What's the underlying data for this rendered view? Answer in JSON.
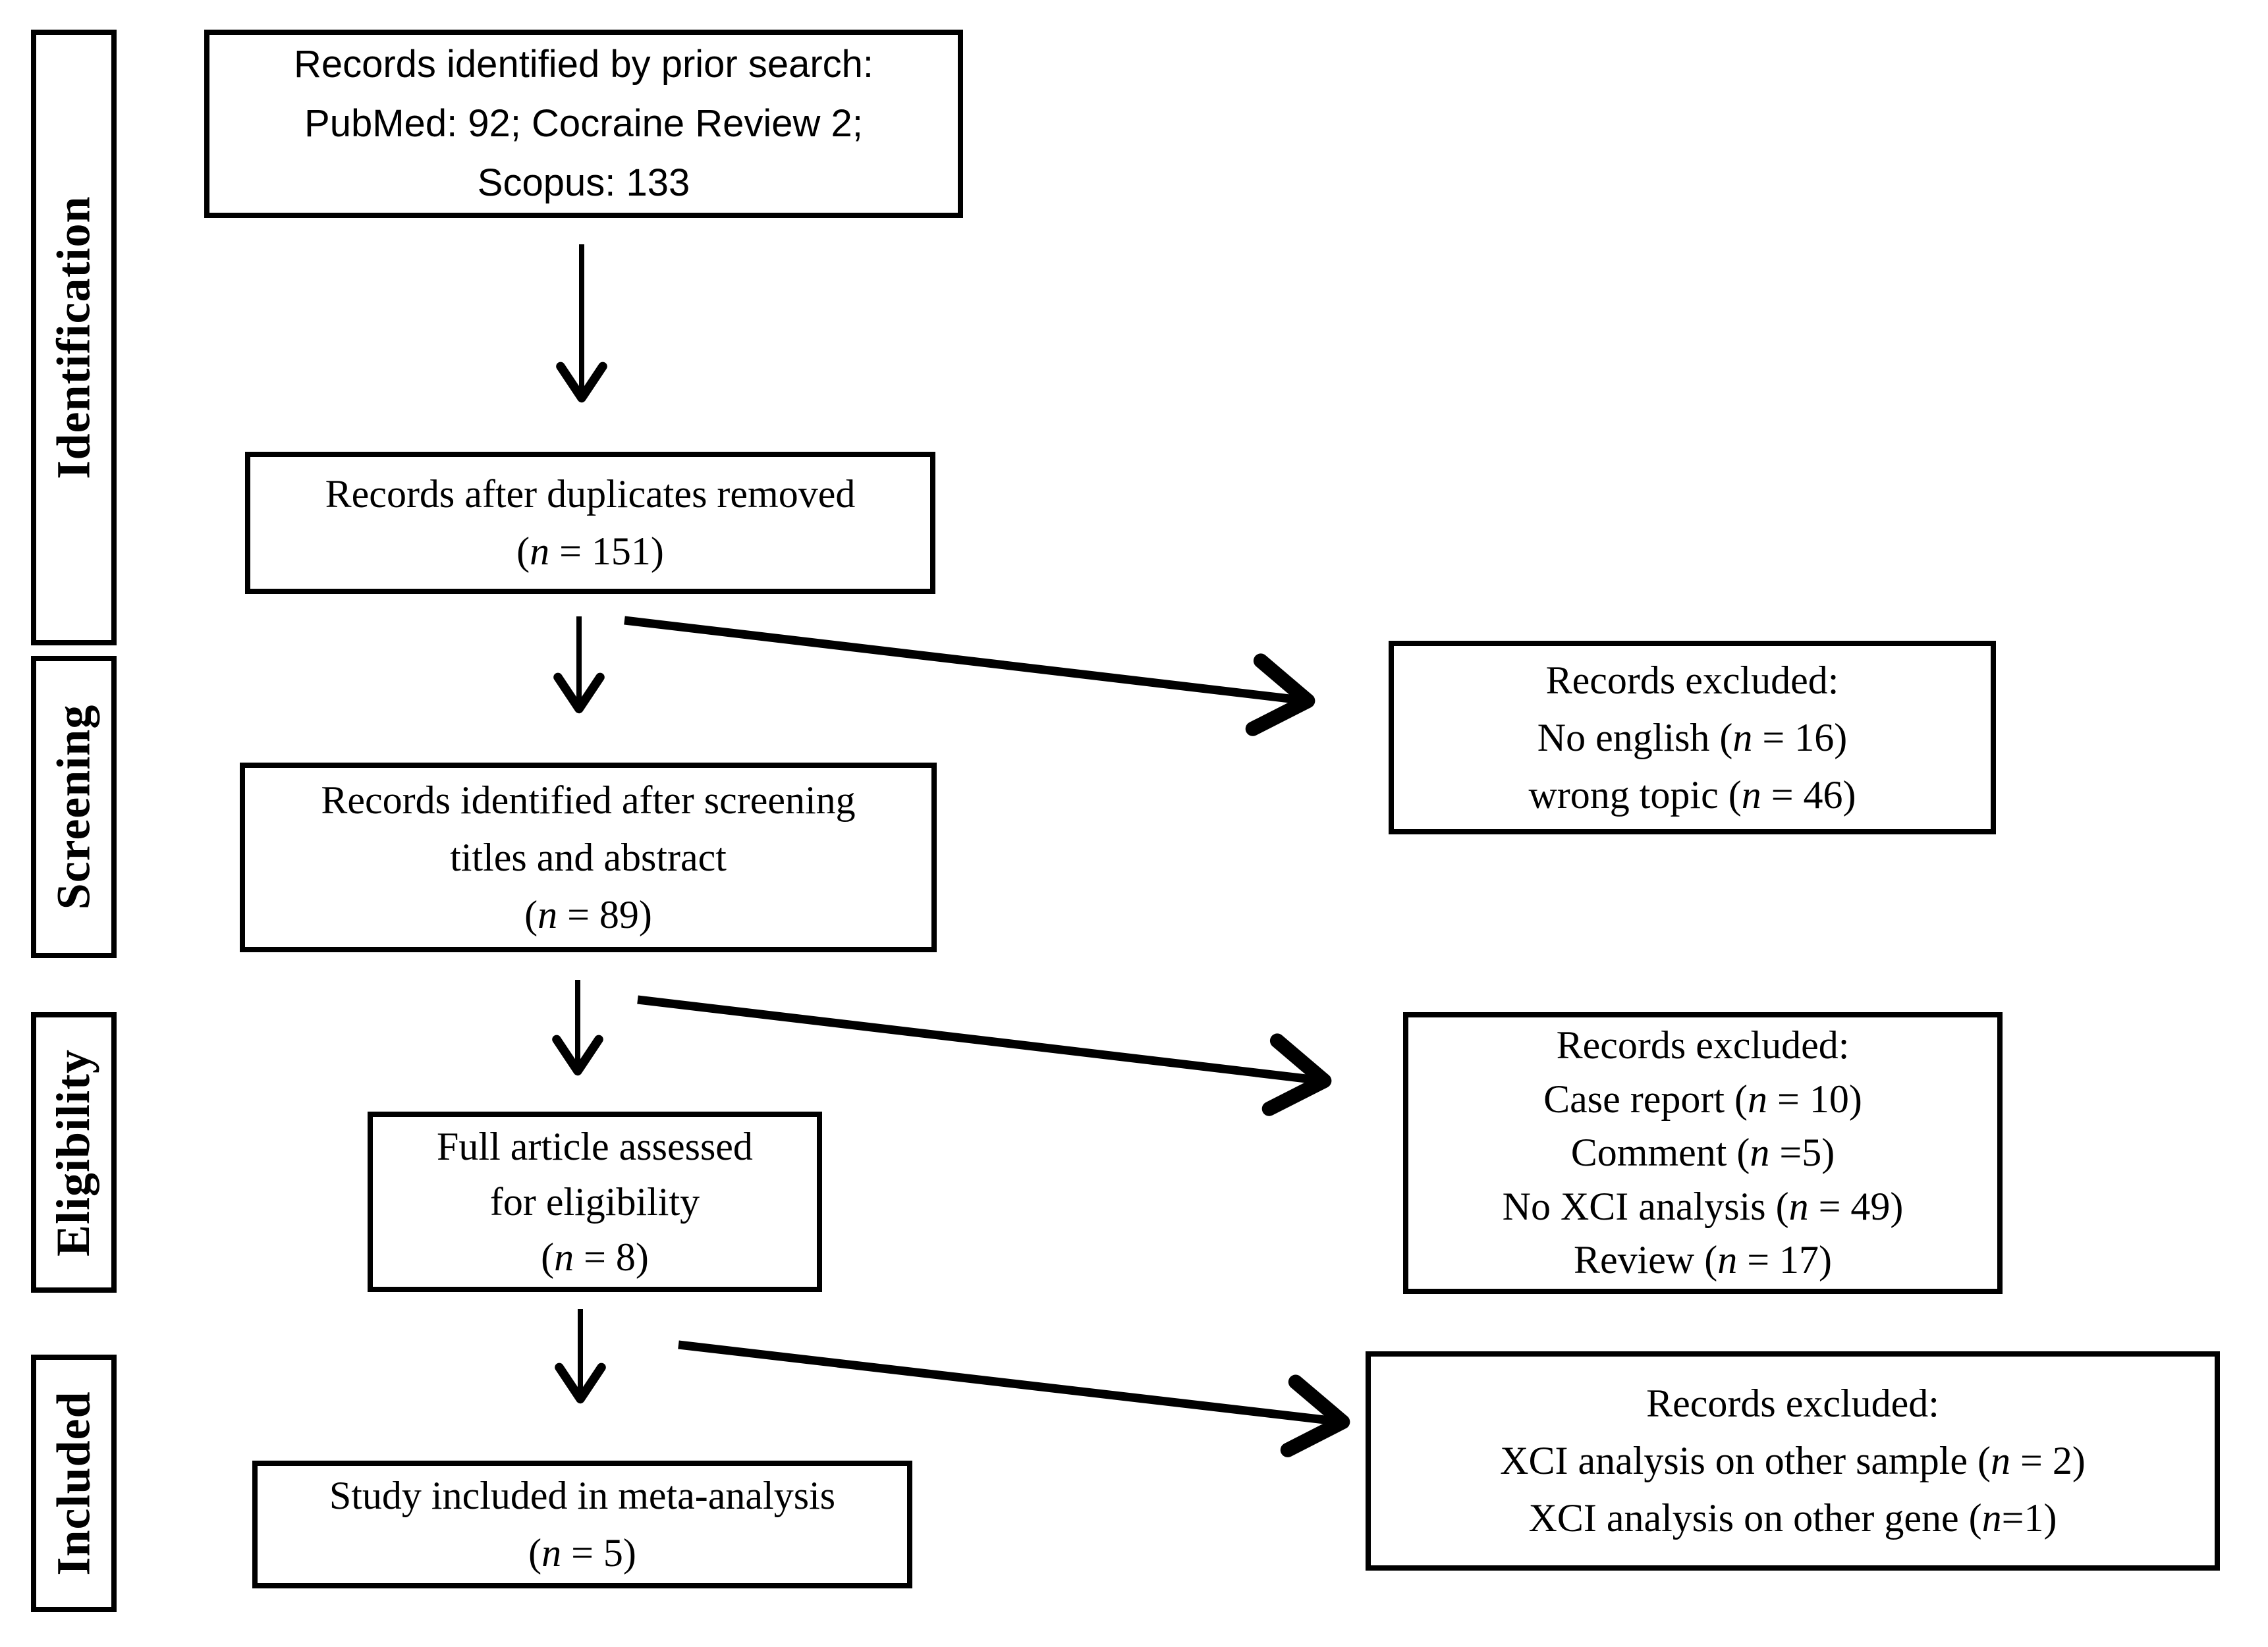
{
  "sidebar": {
    "stages": [
      {
        "label": "Identification"
      },
      {
        "label": "Screening"
      },
      {
        "label": "Eligibility"
      },
      {
        "label": "Included"
      }
    ]
  },
  "flow_boxes": {
    "identified": {
      "lines": [
        "Records identified by prior search:",
        "PubMed: 92; Cocraine Review 2;",
        "Scopus: 133"
      ]
    },
    "deduplicated": {
      "lines": [
        "Records after duplicates removed",
        "(n = 151)"
      ]
    },
    "screened": {
      "lines": [
        "Records identified after screening",
        "titles and abstract",
        "(n = 89)"
      ]
    },
    "full_article": {
      "lines": [
        "Full article assessed",
        "for eligibility",
        "(n = 8)"
      ]
    },
    "included": {
      "lines": [
        "Study included in meta-analysis",
        "(n = 5)"
      ]
    }
  },
  "exclusion_boxes": [
    {
      "lines": [
        "Records excluded:",
        "No english (n = 16)",
        "wrong topic (n = 46)"
      ]
    },
    {
      "lines": [
        "Records excluded:",
        "Case report (n = 10)",
        "Comment (n =5)",
        "No XCI analysis (n = 49)",
        "Review (n = 17)"
      ]
    },
    {
      "lines": [
        "Records excluded:",
        "XCI analysis on other sample (n = 2)",
        "XCI analysis on other gene (n=1)"
      ]
    }
  ],
  "colors": {
    "ink": "#000000",
    "paper": "#ffffff"
  }
}
